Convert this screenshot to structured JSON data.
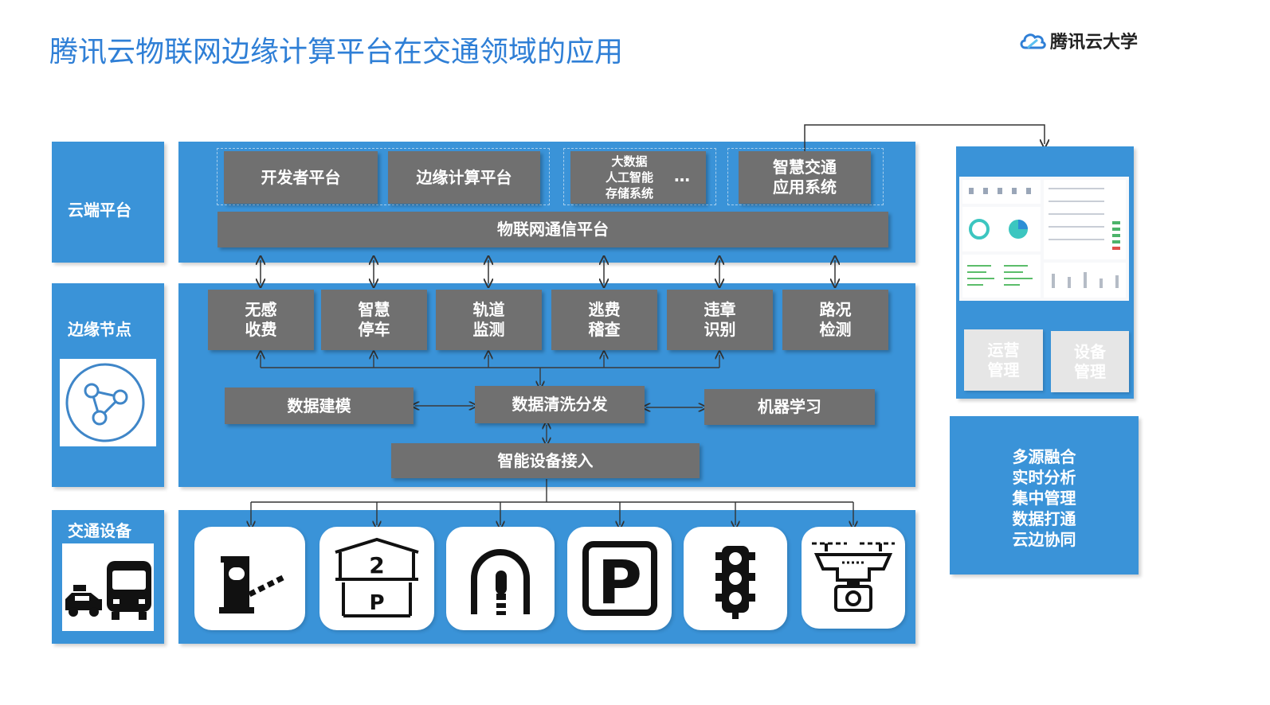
{
  "title": "腾讯云物联网边缘计算平台在交通领域的应用",
  "logo": {
    "icon": "cloud-logo-icon",
    "text": "腾讯云大学"
  },
  "layers": {
    "cloud": "云端平台",
    "edge": "边缘节点",
    "devices": "交通设备"
  },
  "cloud_layer": {
    "dev_platform": "开发者平台",
    "edge_platform": "边缘计算平台",
    "bigdata_line1": "大数据",
    "bigdata_line2": "人工智能",
    "bigdata_line3": "存储系统",
    "ellipsis": "…",
    "smart_traffic_line1": "智慧交通",
    "smart_traffic_line2": "应用系统",
    "iot_platform": "物联网通信平台"
  },
  "edge_layer": {
    "apps": [
      {
        "l1": "无感",
        "l2": "收费"
      },
      {
        "l1": "智慧",
        "l2": "停车"
      },
      {
        "l1": "轨道",
        "l2": "监测"
      },
      {
        "l1": "逃费",
        "l2": "稽查"
      },
      {
        "l1": "违章",
        "l2": "识别"
      },
      {
        "l1": "路况",
        "l2": "检测"
      }
    ],
    "modeling": "数据建模",
    "cleaning": "数据清洗分发",
    "ml": "机器学习",
    "access": "智能设备接入"
  },
  "device_icons": [
    "toll-gate-icon",
    "parking-garage-icon",
    "tunnel-icon",
    "parking-sign-icon",
    "traffic-light-icon",
    "drone-camera-icon"
  ],
  "dashboard": {
    "ops_line1": "运营",
    "ops_line2": "管理",
    "dev_line1": "设备",
    "dev_line2": "管理"
  },
  "features": [
    "多源融合",
    "实时分析",
    "集中管理",
    "数据打通",
    "云边协同"
  ],
  "colors": {
    "title": "#2f7fd6",
    "panel": "#3a93d8",
    "box": "#707070"
  }
}
